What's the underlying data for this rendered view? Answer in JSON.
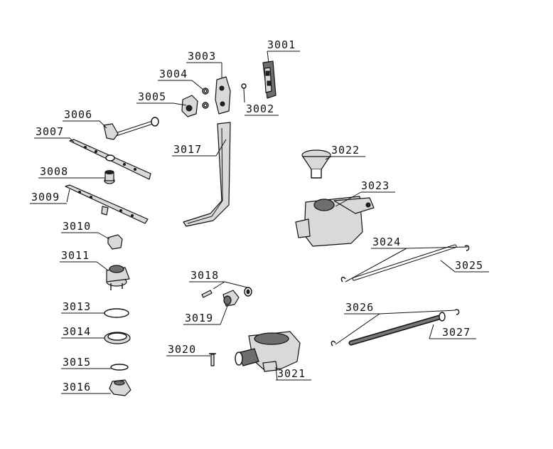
{
  "labels": {
    "p3001": "3001",
    "p3002": "3002",
    "p3003": "3003",
    "p3004": "3004",
    "p3005": "3005",
    "p3006": "3006",
    "p3007": "3007",
    "p3008": "3008",
    "p3009": "3009",
    "p3010": "3010",
    "p3011": "3011",
    "p3013": "3013",
    "p3014": "3014",
    "p3015": "3015",
    "p3016": "3016",
    "p3017": "3017",
    "p3018": "3018",
    "p3019": "3019",
    "p3020": "3020",
    "p3021": "3021",
    "p3022": "3022",
    "p3023": "3023",
    "p3024": "3024",
    "p3025": "3025",
    "p3026": "3026",
    "p3027": "3027"
  }
}
